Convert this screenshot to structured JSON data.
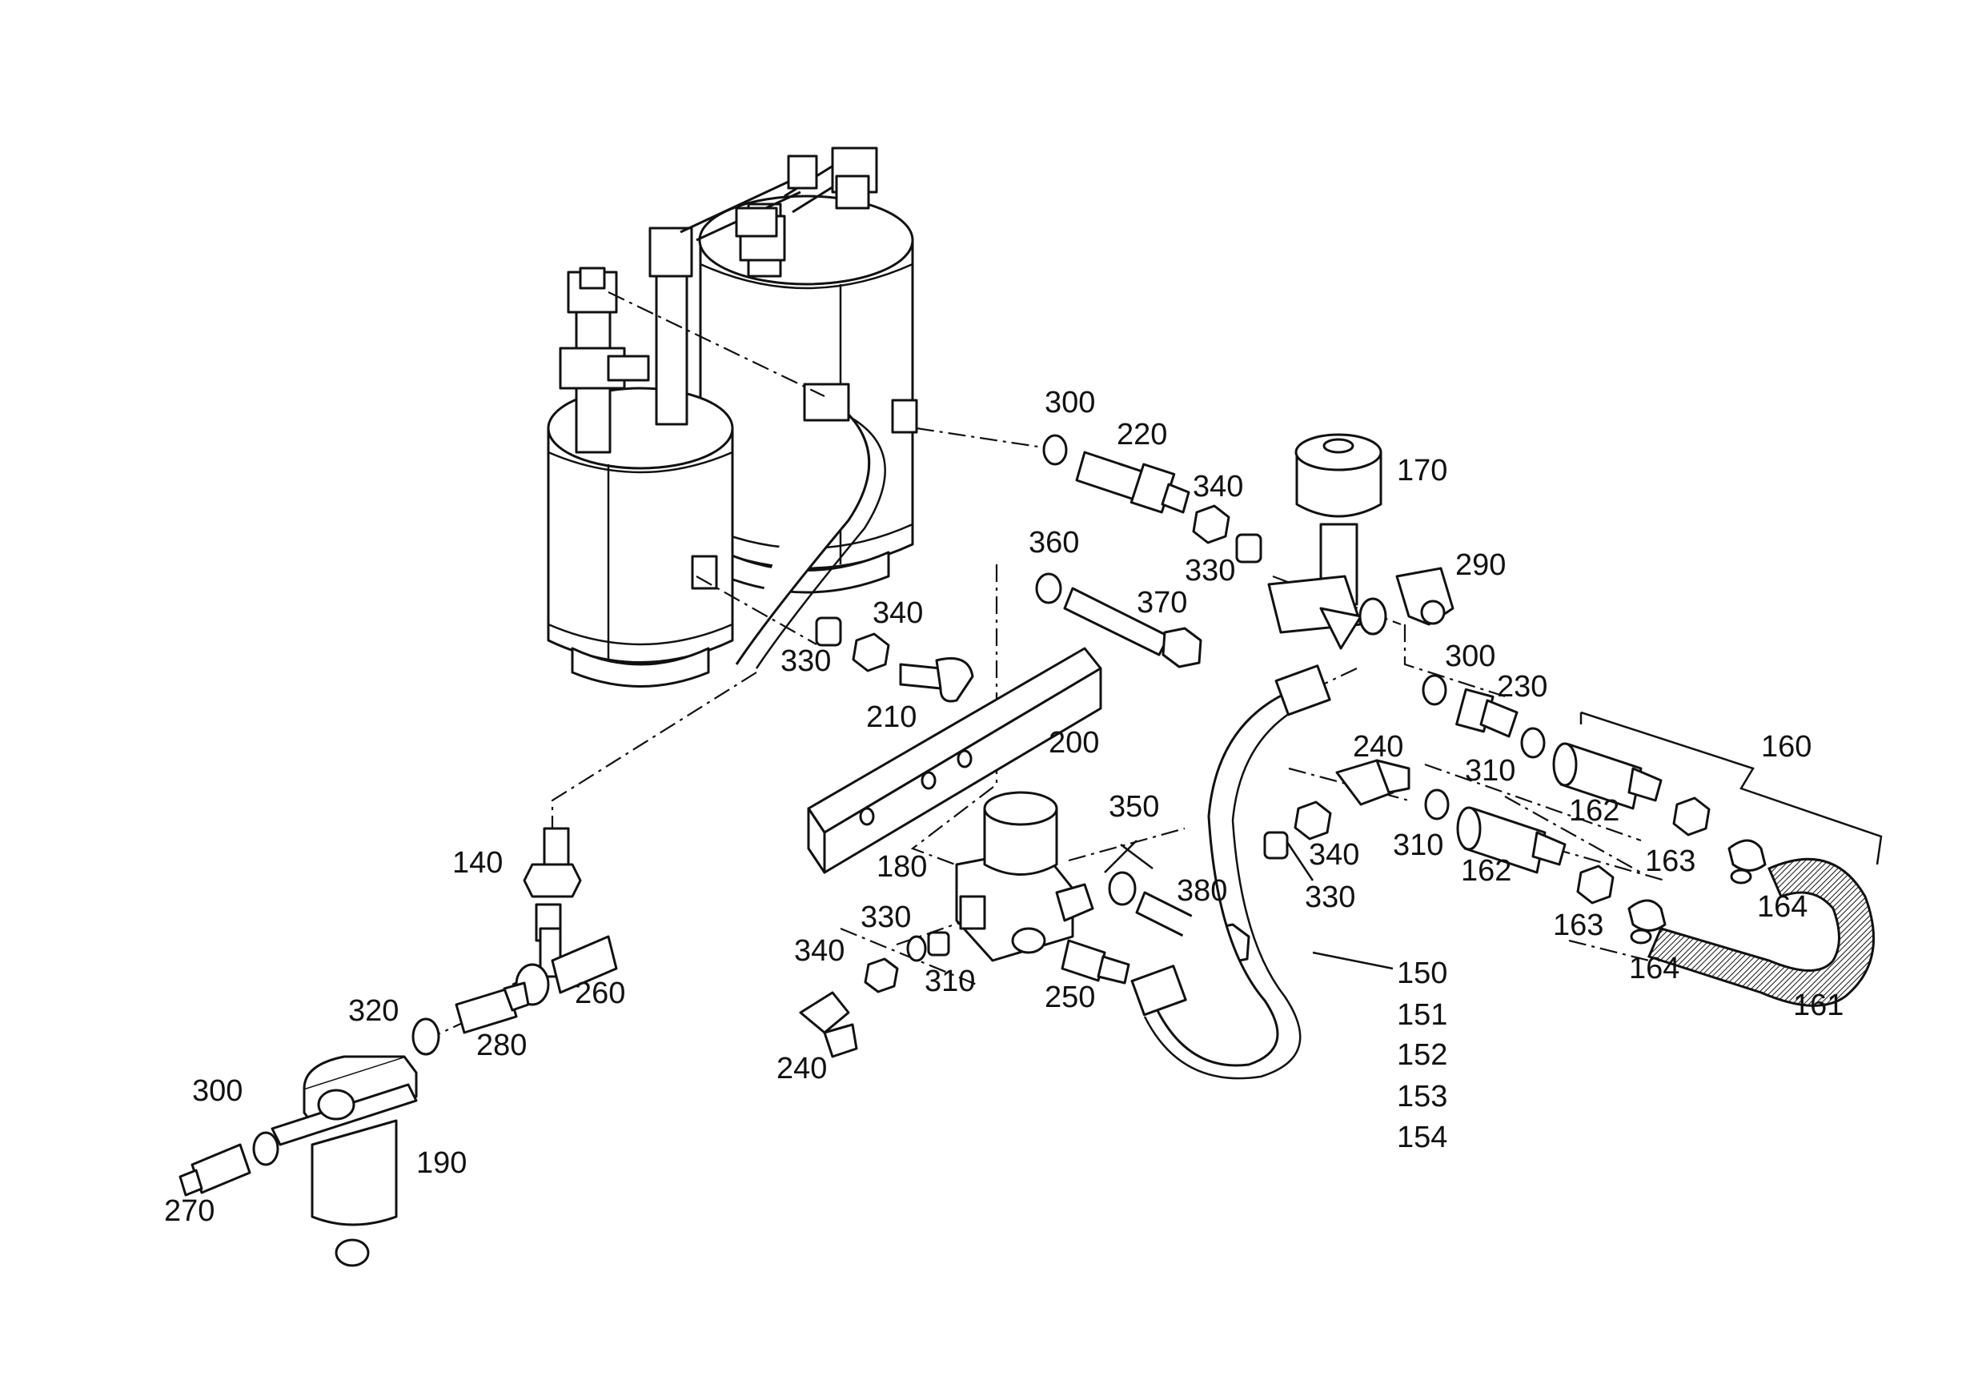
{
  "labels": [
    {
      "id": "300a",
      "text": "300"
    },
    {
      "id": "220",
      "text": "220"
    },
    {
      "id": "340a",
      "text": "340"
    },
    {
      "id": "170",
      "text": "170"
    },
    {
      "id": "330a",
      "text": "330"
    },
    {
      "id": "290",
      "text": "290"
    },
    {
      "id": "360",
      "text": "360"
    },
    {
      "id": "370",
      "text": "370"
    },
    {
      "id": "340b",
      "text": "340"
    },
    {
      "id": "330b",
      "text": "330"
    },
    {
      "id": "210",
      "text": "210"
    },
    {
      "id": "300b",
      "text": "300"
    },
    {
      "id": "230",
      "text": "230"
    },
    {
      "id": "160",
      "text": "160"
    },
    {
      "id": "200",
      "text": "200"
    },
    {
      "id": "240a",
      "text": "240"
    },
    {
      "id": "310a",
      "text": "310"
    },
    {
      "id": "162a",
      "text": "162"
    },
    {
      "id": "350",
      "text": "350"
    },
    {
      "id": "340c",
      "text": "340"
    },
    {
      "id": "310b",
      "text": "310"
    },
    {
      "id": "163a",
      "text": "163"
    },
    {
      "id": "140",
      "text": "140"
    },
    {
      "id": "180",
      "text": "180"
    },
    {
      "id": "162b",
      "text": "162"
    },
    {
      "id": "380",
      "text": "380"
    },
    {
      "id": "330c",
      "text": "330"
    },
    {
      "id": "164a",
      "text": "164"
    },
    {
      "id": "330d",
      "text": "330"
    },
    {
      "id": "163b",
      "text": "163"
    },
    {
      "id": "340d",
      "text": "340"
    },
    {
      "id": "310c",
      "text": "310"
    },
    {
      "id": "150",
      "text": "150"
    },
    {
      "id": "164b",
      "text": "164"
    },
    {
      "id": "260",
      "text": "260"
    },
    {
      "id": "250",
      "text": "250"
    },
    {
      "id": "151",
      "text": "151"
    },
    {
      "id": "161",
      "text": "161"
    },
    {
      "id": "320",
      "text": "320"
    },
    {
      "id": "280",
      "text": "280"
    },
    {
      "id": "152",
      "text": "152"
    },
    {
      "id": "240b",
      "text": "240"
    },
    {
      "id": "153",
      "text": "153"
    },
    {
      "id": "300c",
      "text": "300"
    },
    {
      "id": "154",
      "text": "154"
    },
    {
      "id": "190",
      "text": "190"
    },
    {
      "id": "270",
      "text": "270"
    }
  ]
}
